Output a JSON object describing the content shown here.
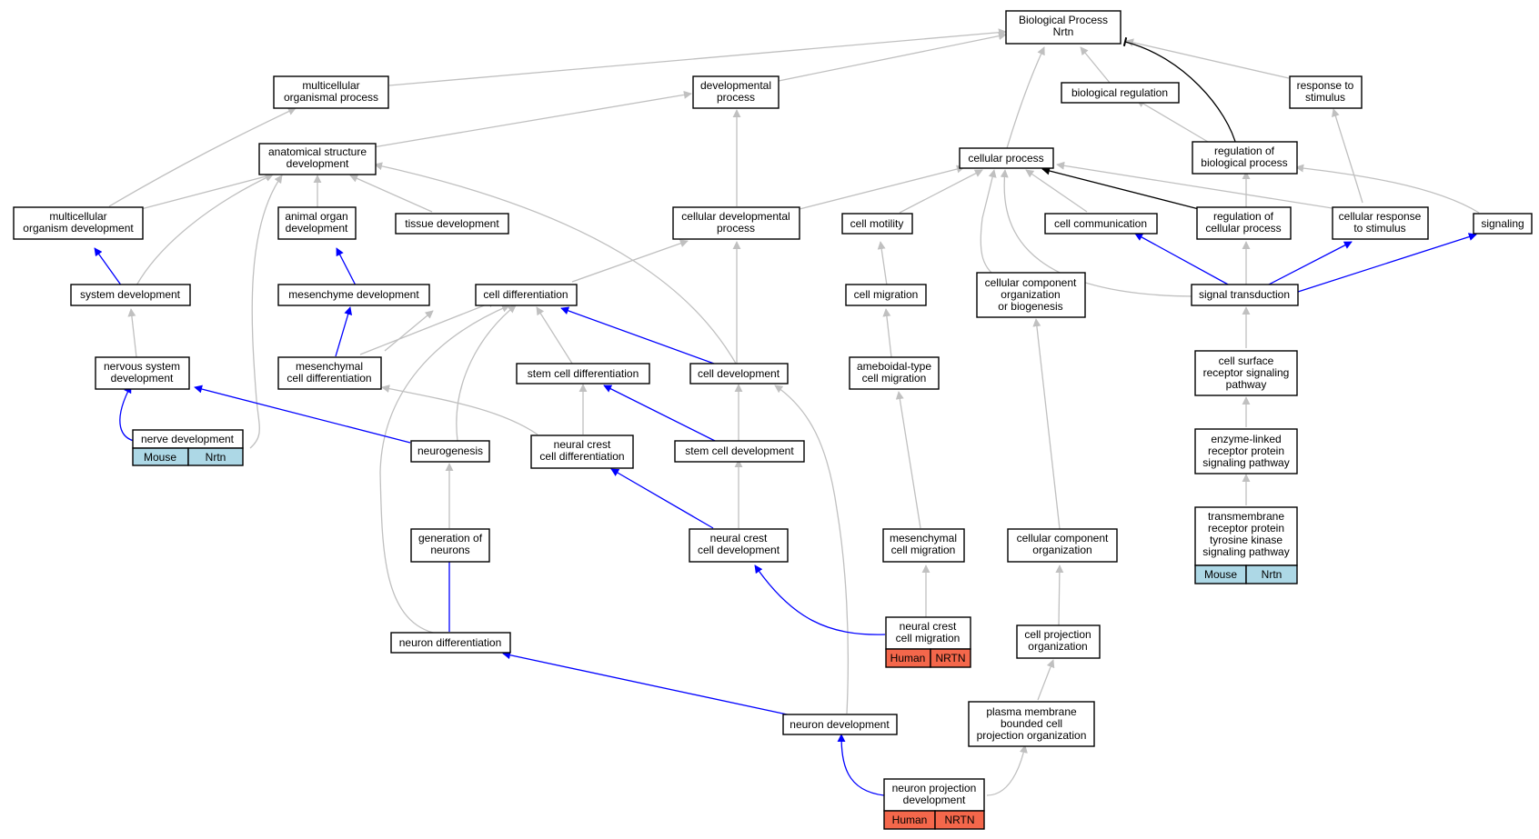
{
  "colors": {
    "gray_edge": "#c0c0c0",
    "blue_edge": "#0000ff",
    "black_edge": "#000000",
    "mouse_fill": "#add8e6",
    "human_fill": "#f4674b",
    "node_stroke": "#000000"
  },
  "nodes": {
    "biological_process": [
      "Biological Process",
      "Nrtn"
    ],
    "multicellular_organismal_process": [
      "multicellular",
      "organismal process"
    ],
    "developmental_process": [
      "developmental",
      "process"
    ],
    "biological_regulation": [
      "biological regulation"
    ],
    "response_to_stimulus": [
      "response to",
      "stimulus"
    ],
    "anatomical_structure_development": [
      "anatomical structure",
      "development"
    ],
    "cellular_process": [
      "cellular process"
    ],
    "regulation_of_biological_process": [
      "regulation of",
      "biological process"
    ],
    "multicellular_organism_development": [
      "multicellular",
      "organism development"
    ],
    "animal_organ_development": [
      "animal organ",
      "development"
    ],
    "tissue_development": [
      "tissue development"
    ],
    "cellular_developmental_process": [
      "cellular developmental",
      "process"
    ],
    "cell_motility": [
      "cell motility"
    ],
    "cell_communication": [
      "cell communication"
    ],
    "regulation_of_cellular_process": [
      "regulation of",
      "cellular process"
    ],
    "cellular_response_to_stimulus": [
      "cellular response",
      "to stimulus"
    ],
    "signaling": [
      "signaling"
    ],
    "system_development": [
      "system development"
    ],
    "mesenchyme_development": [
      "mesenchyme development"
    ],
    "cell_differentiation": [
      "cell differentiation"
    ],
    "cell_migration": [
      "cell migration"
    ],
    "cellular_component_organization_or_biogenesis": [
      "cellular component",
      "organization",
      "or biogenesis"
    ],
    "signal_transduction": [
      "signal transduction"
    ],
    "nervous_system_development": [
      "nervous system",
      "development"
    ],
    "mesenchymal_cell_differentiation": [
      "mesenchymal",
      "cell differentiation"
    ],
    "stem_cell_differentiation": [
      "stem cell differentiation"
    ],
    "cell_development": [
      "cell development"
    ],
    "ameboidal_type_cell_migration": [
      "ameboidal-type",
      "cell migration"
    ],
    "cell_surface_receptor_signaling_pathway": [
      "cell surface",
      "receptor signaling",
      "pathway"
    ],
    "nerve_development": [
      "nerve development"
    ],
    "neurogenesis": [
      "neurogenesis"
    ],
    "neural_crest_cell_differentiation": [
      "neural crest",
      "cell differentiation"
    ],
    "stem_cell_development": [
      "stem cell development"
    ],
    "enzyme_linked_receptor_protein_signaling_pathway": [
      "enzyme-linked",
      "receptor protein",
      "signaling pathway"
    ],
    "generation_of_neurons": [
      "generation of",
      "neurons"
    ],
    "neural_crest_cell_development": [
      "neural crest",
      "cell development"
    ],
    "mesenchymal_cell_migration": [
      "mesenchymal",
      "cell migration"
    ],
    "cellular_component_organization": [
      "cellular component",
      "organization"
    ],
    "transmembrane_receptor_protein_tyrosine_kinase_signaling_pathway": [
      "transmembrane",
      "receptor protein",
      "tyrosine kinase",
      "signaling pathway"
    ],
    "neural_crest_cell_migration": [
      "neural crest",
      "cell migration"
    ],
    "cell_projection_organization": [
      "cell projection",
      "organization"
    ],
    "neuron_differentiation": [
      "neuron differentiation"
    ],
    "neuron_development": [
      "neuron development"
    ],
    "plasma_membrane_bounded_cell_projection_organization": [
      "plasma membrane",
      "bounded cell",
      "projection organization"
    ],
    "neuron_projection_development": [
      "neuron projection",
      "development"
    ]
  },
  "annotations": {
    "nerve_development": {
      "species": "Mouse",
      "gene": "Nrtn"
    },
    "transmembrane_receptor_protein_tyrosine_kinase_signaling_pathway": {
      "species": "Mouse",
      "gene": "Nrtn"
    },
    "neural_crest_cell_migration": {
      "species": "Human",
      "gene": "NRTN"
    },
    "neuron_projection_development": {
      "species": "Human",
      "gene": "NRTN"
    }
  }
}
